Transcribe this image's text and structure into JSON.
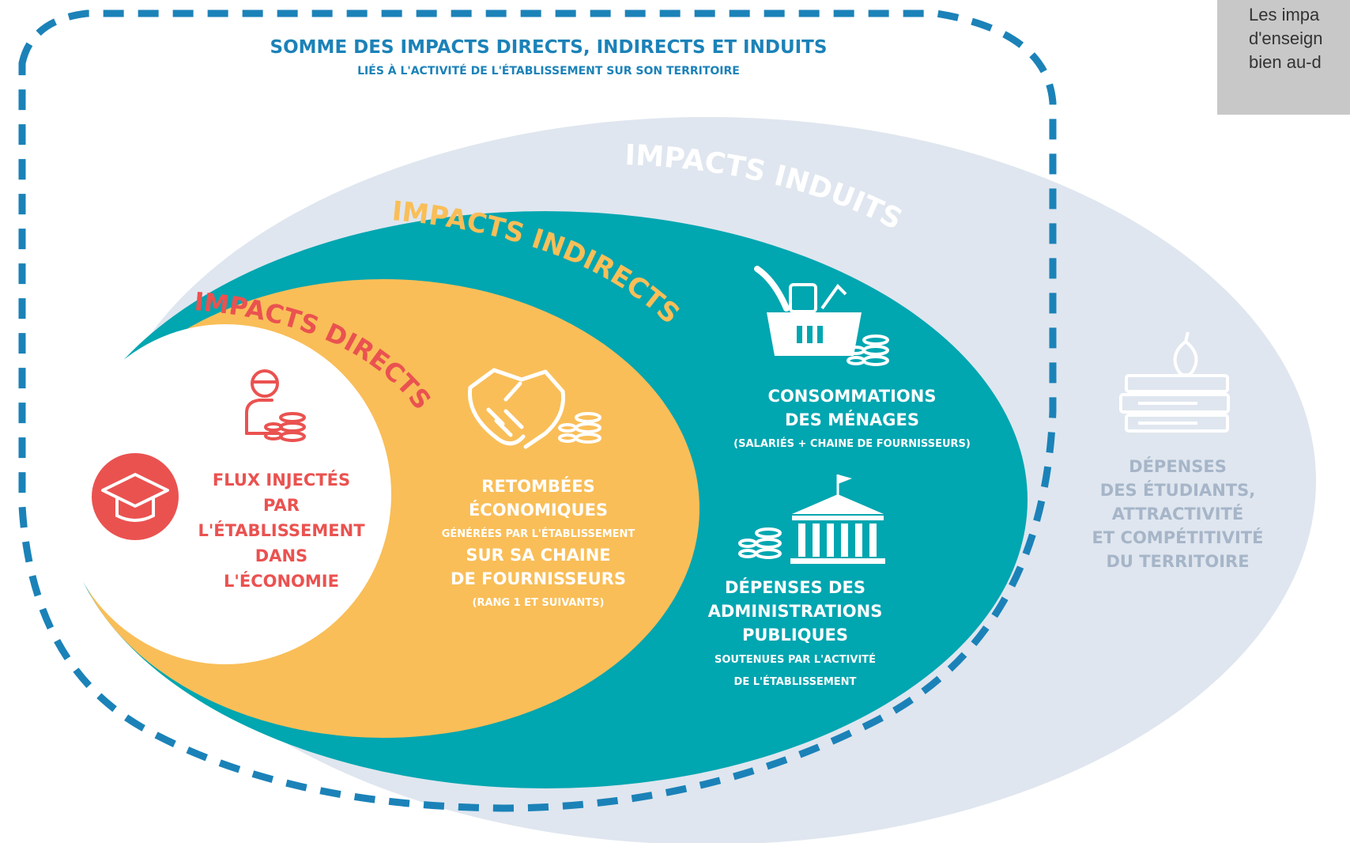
{
  "colors": {
    "catalyst_fill": "#dfe6ef",
    "induced_fill": "#00a6b0",
    "indirect_fill": "#f9be58",
    "direct_fill": "#ffffff",
    "border_dash": "#1b82b8",
    "header_text": "#1b82b8",
    "direct_text": "#ea5250",
    "indirect_title": "#f9be58",
    "catalyst_text": "#a6b5c8"
  },
  "header": {
    "title": "SOMME DES IMPACTS DIRECTS, INDIRECTS ET INDUITS",
    "subtitle": "LIÉS À L'ACTIVITÉ DE L'ÉTABLISSEMENT SUR SON TERRITOIRE"
  },
  "side_note": {
    "lines": [
      "Les impa",
      "d'enseign",
      "bien au-d"
    ]
  },
  "zones": {
    "direct": {
      "title": "IMPACTS DIRECTS",
      "icons": [
        "graduation-cap-icon",
        "person-coins-icon"
      ],
      "lines": [
        "FLUX INJECTÉS",
        "PAR",
        "L'ÉTABLISSEMENT",
        "DANS",
        "L'ÉCONOMIE"
      ]
    },
    "indirect": {
      "title": "IMPACTS INDIRECTS",
      "icons": [
        "handshake-icon",
        "coins-icon"
      ],
      "line1": "RETOMBÉES",
      "line2": "ÉCONOMIQUES",
      "small1": "GÉNÉRÉES PAR L'ÉTABLISSEMENT",
      "line3": "SUR SA CHAINE",
      "line4": "DE FOURNISSEURS",
      "small2": "(RANG 1 ET SUIVANTS)"
    },
    "induced": {
      "title": "IMPACTS INDUITS",
      "households": {
        "icons": [
          "shopping-basket-icon",
          "coins-icon"
        ],
        "line1": "CONSOMMATIONS",
        "line2": "DES MÉNAGES",
        "small": "(SALARIÉS + CHAINE DE FOURNISSEURS)"
      },
      "public": {
        "icons": [
          "coins-icon",
          "government-building-icon"
        ],
        "line1": "DÉPENSES DES",
        "line2": "ADMINISTRATIONS",
        "line3": "PUBLIQUES",
        "small1": "SOUTENUES PAR L'ACTIVITÉ",
        "small2": "DE L'ÉTABLISSEMENT"
      }
    },
    "catalyst": {
      "title": "IMPACTS CATALYSEURS",
      "icons": [
        "books-apple-icon"
      ],
      "lines": [
        "DÉPENSES",
        "DES ÉTUDIANTS,",
        "ATTRACTIVITÉ",
        "ET COMPÉTITIVITÉ",
        "DU TERRITOIRE"
      ]
    }
  }
}
